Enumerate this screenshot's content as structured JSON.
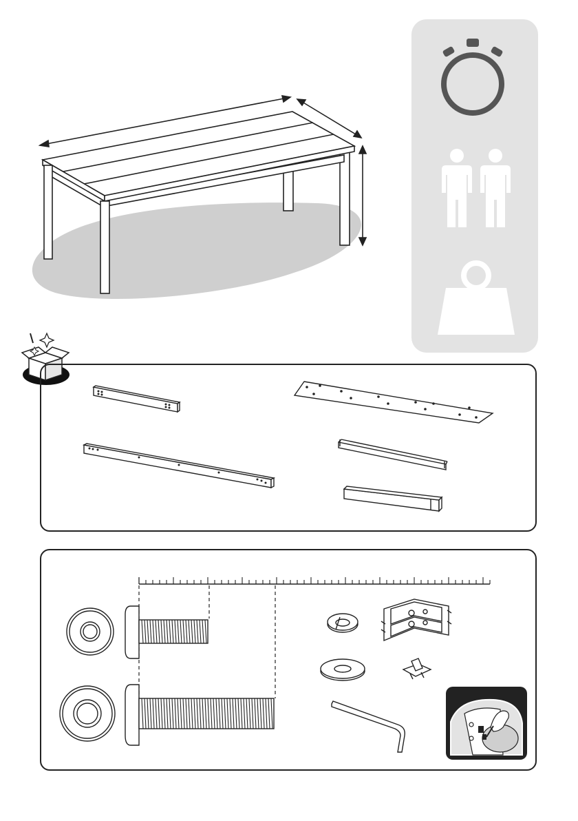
{
  "colors": {
    "shadow": "#cfcfcf",
    "sidebar_background": "#e3e3e3",
    "icon_dark": "#555555",
    "outline": "#222222"
  },
  "icons": {
    "assembly_time": "stopwatch-icon",
    "people_required": "two-persons-icon",
    "weight": "weight-icon",
    "package_contents": "open-box-icon",
    "tip_illustration": "magnifier-detail-icon"
  },
  "sections": {
    "overview": "table-overview",
    "package_parts": "parts-panel",
    "hardware": "hardware-panel"
  }
}
